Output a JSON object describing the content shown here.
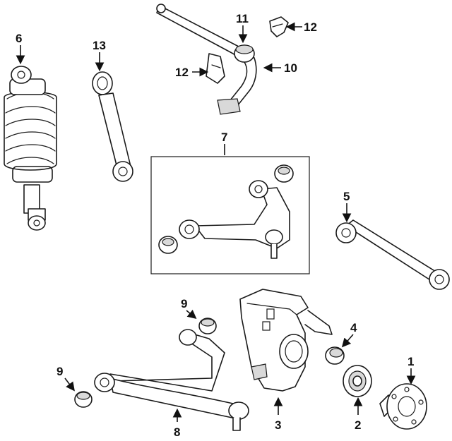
{
  "callouts": {
    "c1": "1",
    "c2": "2",
    "c3": "3",
    "c4": "4",
    "c5": "5",
    "c6": "6",
    "c7": "7",
    "c8": "8",
    "c9a": "9",
    "c9b": "9",
    "c10": "10",
    "c11": "11",
    "c12a": "12",
    "c12b": "12",
    "c13": "13"
  }
}
